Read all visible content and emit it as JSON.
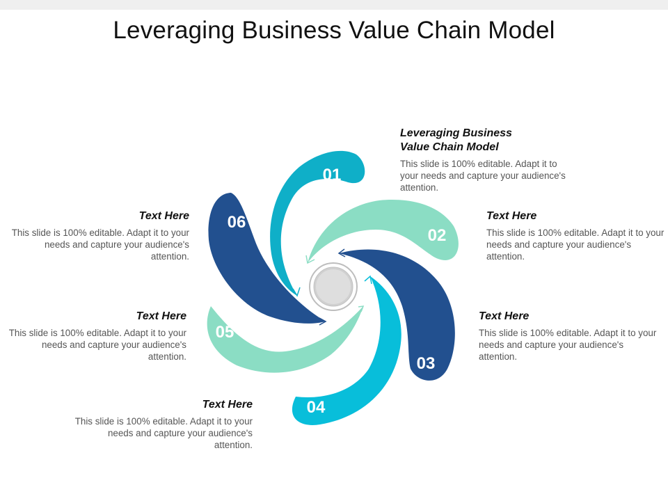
{
  "title": "Leveraging Business Value Chain Model",
  "colors": {
    "teal": "#0FAFC8",
    "mint": "#8BDDC4",
    "navy": "#22508F",
    "cyan": "#08BEDA",
    "hub": "#D0D0D0"
  },
  "petals": [
    {
      "number": "01",
      "color": "teal"
    },
    {
      "number": "02",
      "color": "mint"
    },
    {
      "number": "03",
      "color": "navy"
    },
    {
      "number": "04",
      "color": "cyan"
    },
    {
      "number": "05",
      "color": "mint"
    },
    {
      "number": "06",
      "color": "navy"
    }
  ],
  "blocks": {
    "b01": {
      "heading": "Leveraging Business\nValue Chain Model",
      "body": "This slide is 100% editable. Adapt it to your needs and capture your audience's attention."
    },
    "b02": {
      "heading": "Text Here",
      "body": "This slide is 100% editable. Adapt it to your needs and capture your audience's attention."
    },
    "b03": {
      "heading": "Text Here",
      "body": "This slide is 100% editable. Adapt it to your needs and capture your audience's attention."
    },
    "b04": {
      "heading": "Text Here",
      "body": "This slide is 100% editable. Adapt it to your needs and capture your audience's attention."
    },
    "b05": {
      "heading": "Text Here",
      "body": "This slide is 100% editable. Adapt it to your needs and capture your audience's attention."
    },
    "b06": {
      "heading": "Text Here",
      "body": "This slide is 100% editable. Adapt it to your needs and capture your audience's attention."
    }
  }
}
